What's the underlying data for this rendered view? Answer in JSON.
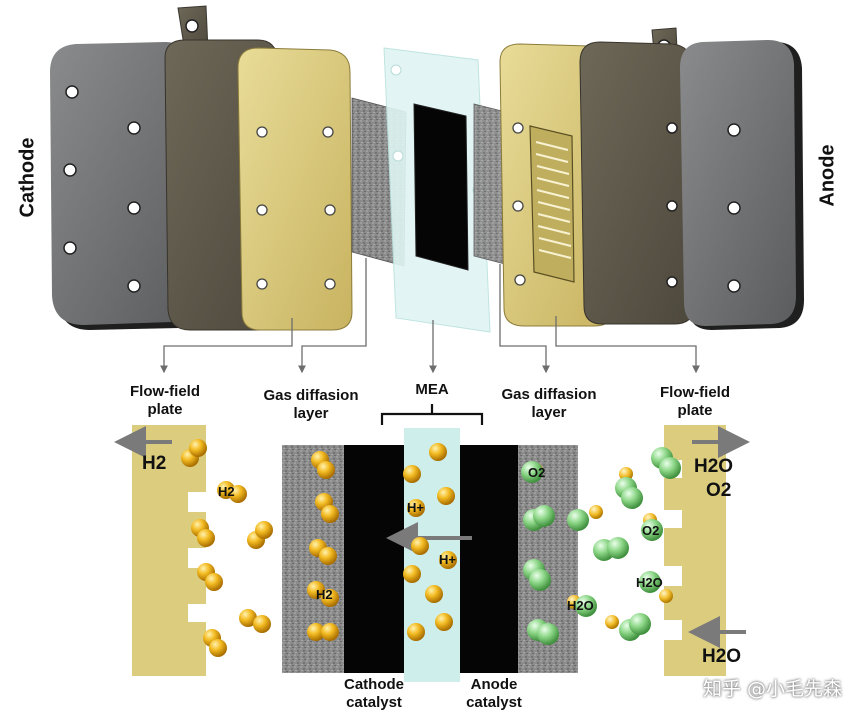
{
  "labels": {
    "cathode_side": "Cathode",
    "anode_side": "Anode",
    "flow_field_left": [
      "Flow-field",
      "plate"
    ],
    "gdl_left": [
      "Gas diffasion",
      "layer"
    ],
    "mea": "MEA",
    "gdl_right": [
      "Gas diffasion",
      "layer"
    ],
    "flow_field_right": [
      "Flow-field",
      "plate"
    ],
    "cathode_catalyst": [
      "Cathode",
      "catalyst"
    ],
    "anode_catalyst": [
      "Anode",
      "catalyst"
    ]
  },
  "species": {
    "h2_out": "H2",
    "h2o_out": "H2O",
    "o2_out": "O2",
    "h2o_in": "H2O",
    "h2_left": "H2",
    "h2_cat": "H2",
    "h_plus_1": "H+",
    "h_plus_2": "H+",
    "o2_gdl": "O2",
    "o2_right": "O2",
    "h2o_gdl": "H2O",
    "h2o_right": "H2O"
  },
  "watermark": "知乎 @小毛先森",
  "colors": {
    "plate_grey": "#6d6e70",
    "plate_brown": "#5c5648",
    "gold": "#d9c97a",
    "gdl_grey": "#8a8a8a",
    "membrane": "#cdeeea",
    "catalyst_black": "#050505",
    "h2_sphere": "#f0b21a",
    "o2_sphere": "#8fd88a",
    "arrow_grey": "#7a7a7a"
  }
}
